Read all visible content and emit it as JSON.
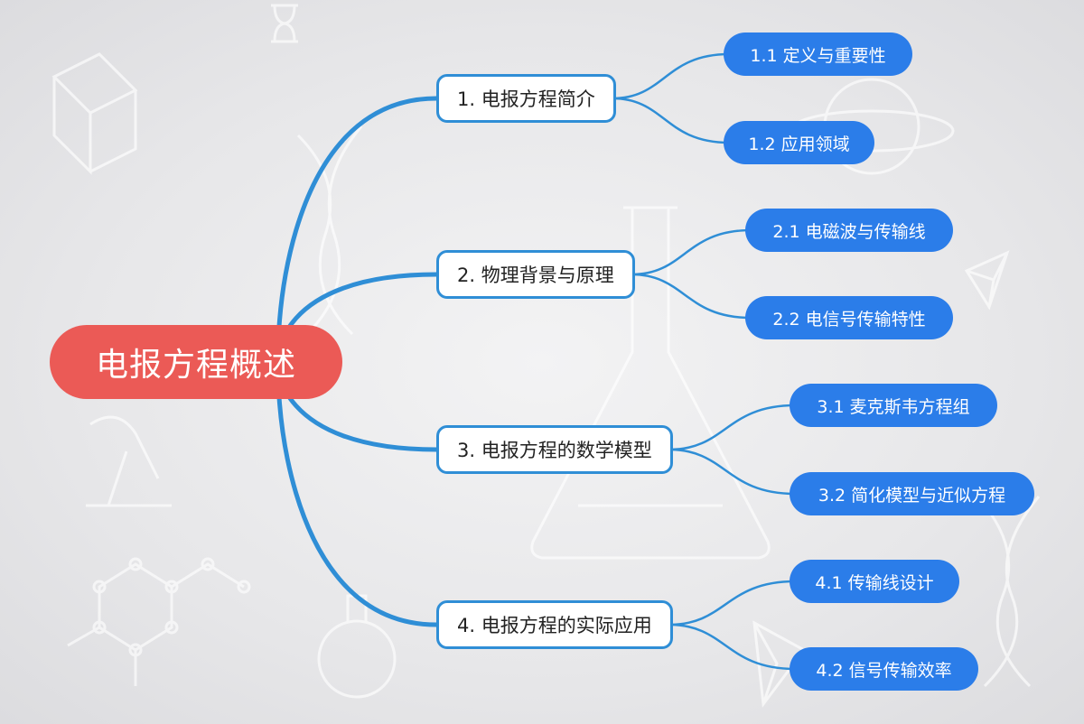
{
  "root": {
    "label": "电报方程概述",
    "color": "#eb5a56"
  },
  "branches": [
    {
      "label": "1. 电报方程简介",
      "children": [
        "1.1 定义与重要性",
        "1.2 应用领域"
      ]
    },
    {
      "label": "2. 物理背景与原理",
      "children": [
        "2.1 电磁波与传输线",
        "2.2 电信号传输特性"
      ]
    },
    {
      "label": "3. 电报方程的数学模型",
      "children": [
        "3.1 麦克斯韦方程组",
        "3.2 简化模型与近似方程"
      ]
    },
    {
      "label": "4. 电报方程的实际应用",
      "children": [
        "4.1 传输线设计",
        "4.2 信号传输效率"
      ]
    }
  ],
  "colors": {
    "connector": "#2f8ed6",
    "leaf": "#2b7de9",
    "branch_border": "#2f8ed6"
  }
}
